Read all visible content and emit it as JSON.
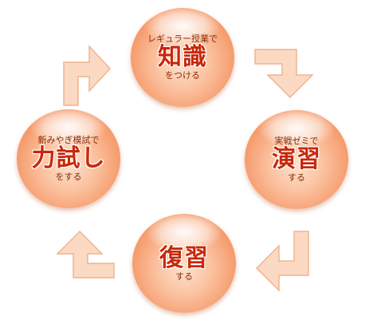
{
  "diagram": {
    "nodes": {
      "top": {
        "top_text": "レギュラー授業で",
        "main": "知識",
        "sub": "をつける"
      },
      "right": {
        "top_text": "実戦ゼミで",
        "main": "演習",
        "sub": "する"
      },
      "bottom": {
        "top_text": "",
        "main": "復習",
        "sub": "する"
      },
      "left": {
        "top_text": "新みやぎ模試で",
        "main": "力試し",
        "sub": "をする"
      }
    },
    "colors": {
      "arrow_fill": "#fbd9c3",
      "arrow_stroke": "#f0b48f",
      "main_text": "#c7280a",
      "sub_text": "#8a2c05"
    },
    "icons": [
      "elbow-arrow-icon"
    ]
  }
}
